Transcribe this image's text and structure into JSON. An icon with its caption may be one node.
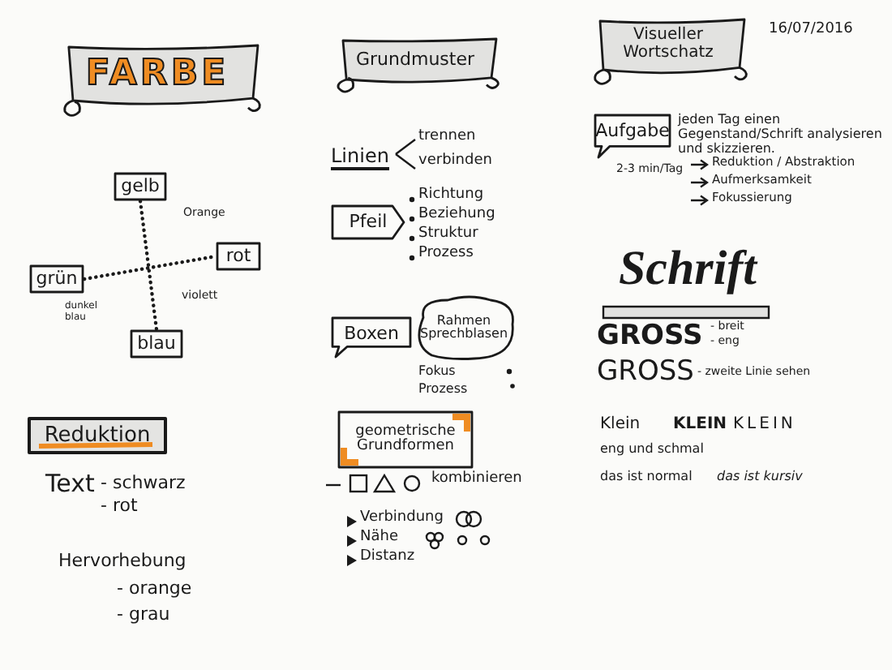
{
  "diagram": {
    "nodes": [
      {
        "text": [
          "FARBE"
        ]
      },
      {
        "text": [
          "gelb"
        ]
      },
      {
        "text": [
          "grün"
        ]
      },
      {
        "text": [
          "rot"
        ]
      },
      {
        "text": [
          "blau"
        ]
      },
      {
        "text": [
          "Reduktion"
        ]
      },
      {
        "text": [
          "Grundmuster"
        ]
      },
      {
        "text": [
          "Pfeil"
        ]
      },
      {
        "text": [
          "Boxen"
        ]
      },
      {
        "text": [
          "Rahmen Sprechblasen"
        ]
      },
      {
        "text": [
          "geometrische Grundformen"
        ]
      },
      {
        "text": [
          "Visueller Wortschatz"
        ]
      },
      {
        "text": [
          "Aufgabe"
        ],
        "beside": [
          "2-3 min/Tag"
        ]
      },
      {
        "text": [
          "Schrift"
        ]
      }
    ],
    "edges": [
      {
        "from": 1,
        "to": 4,
        "arrow": "none",
        "style": "dashed"
      },
      {
        "from": 2,
        "to": 3,
        "arrow": "none",
        "style": "dashed"
      }
    ],
    "labels": [
      "Orange",
      "violett",
      "dunkel blau",
      "Text",
      "- schwarz",
      "- rot",
      "Hervorhebung",
      "- orange",
      "- grau",
      "Linien",
      "trennen",
      "verbinden",
      "Richtung",
      "Beziehung",
      "Struktur",
      "Prozess",
      "Fokus",
      "Prozess",
      "kombinieren",
      "Verbindung",
      "Nähe",
      "Distanz",
      "16/07/2016",
      "jeden Tag einen Gegenstand/Schrift analysieren und skizzieren.",
      "Reduktion / Abstraktion",
      "Aufmerksamkeit",
      "Fokussierung",
      "GROSS",
      "- breit",
      "- eng",
      "GROSS",
      "- zweite Linie sehen",
      "Klein",
      "KLEIN",
      "KLEIN",
      "eng und schmal",
      "das ist normal",
      "das ist kursiv"
    ]
  }
}
